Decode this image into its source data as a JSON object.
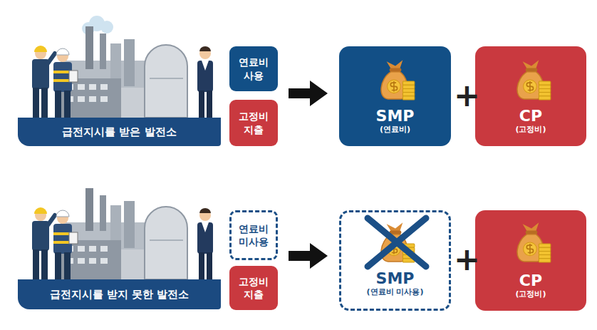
{
  "diagram": {
    "nodes": [
      {
        "text": [
          "급전지시를 받은 발전소"
        ]
      },
      {
        "text": [
          "연료비 사용"
        ]
      },
      {
        "text": [
          "고정비 지출"
        ]
      },
      {
        "text": [
          "SMP",
          "(연료비)"
        ]
      },
      {
        "text": [
          "CP",
          "(고정비)"
        ]
      },
      {
        "text": [
          "급전지시를 받지 못한 발전소"
        ]
      },
      {
        "text": [
          "연료비 미사용"
        ]
      },
      {
        "text": [
          "고정비 지출"
        ]
      },
      {
        "text": [
          "SMP",
          "(연료비 미사용)"
        ]
      },
      {
        "text": [
          "CP",
          "(고정비)"
        ]
      }
    ],
    "labels": [
      "+",
      "+"
    ]
  }
}
